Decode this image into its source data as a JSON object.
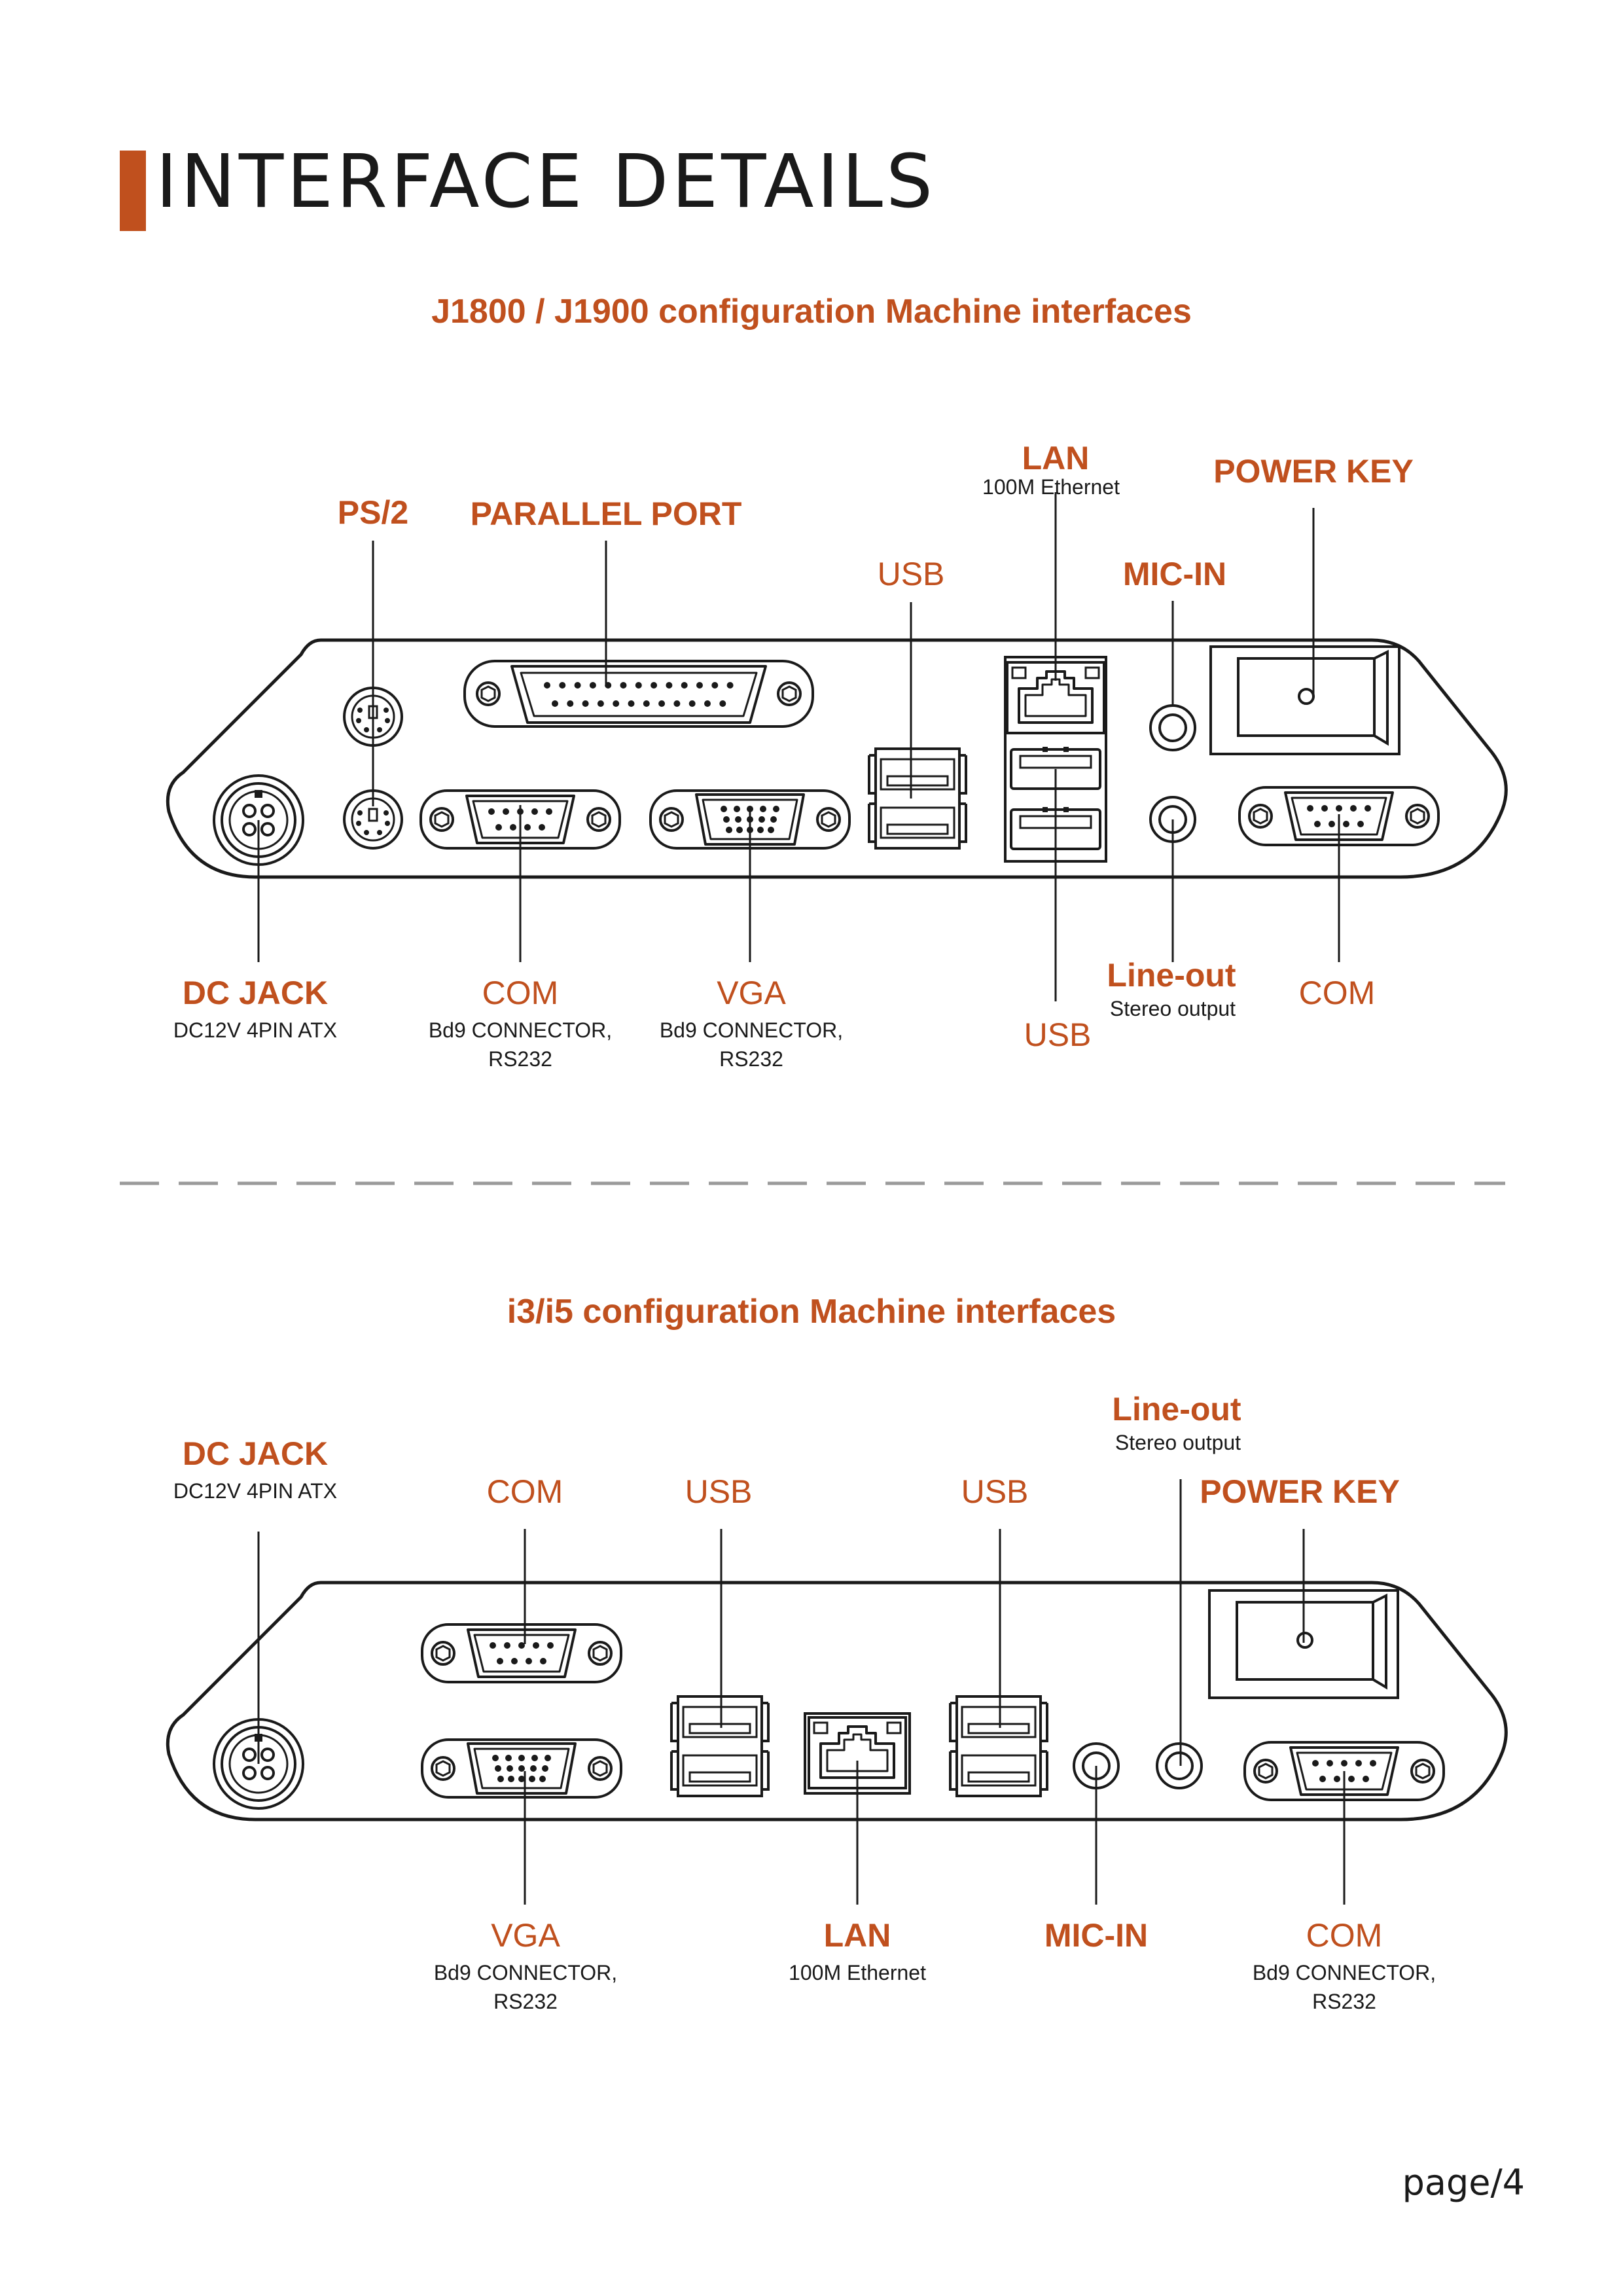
{
  "page": {
    "title": "INTERFACE DETAILS",
    "page_number": "page/4",
    "accent_color": "#c0501e",
    "line_color": "#1a1a1a",
    "divider_color": "#9a9a9a"
  },
  "sections": [
    {
      "heading": "J1800 / J1900 configuration Machine interfaces",
      "labels": {
        "ps2": "PS/2",
        "parallel": "PARALLEL PORT",
        "usb_top": "USB",
        "lan": "LAN",
        "lan_sub": "100M Ethernet",
        "mic_in": "MIC-IN",
        "power_key": "POWER KEY",
        "dc_jack": "DC JACK",
        "dc_jack_sub": "DC12V 4PIN ATX",
        "com_left": "COM",
        "com_left_sub_1": "Bd9 CONNECTOR,",
        "com_left_sub_2": "RS232",
        "vga": "VGA",
        "vga_sub_1": "Bd9 CONNECTOR,",
        "vga_sub_2": "RS232",
        "usb_bottom": "USB",
        "line_out": "Line-out",
        "line_out_sub": "Stereo output",
        "com_right": "COM"
      }
    },
    {
      "heading": "i3/i5 configuration Machine interfaces",
      "labels": {
        "dc_jack": "DC JACK",
        "dc_jack_sub": "DC12V 4PIN ATX",
        "com_top": "COM",
        "usb_left": "USB",
        "usb_right": "USB",
        "line_out": "Line-out",
        "line_out_sub": "Stereo output",
        "power_key": "POWER KEY",
        "vga": "VGA",
        "vga_sub_1": "Bd9 CONNECTOR,",
        "vga_sub_2": "RS232",
        "lan": "LAN",
        "lan_sub": "100M Ethernet",
        "mic_in": "MIC-IN",
        "com_right": "COM",
        "com_right_sub_1": "Bd9 CONNECTOR,",
        "com_right_sub_2": "RS232"
      }
    }
  ]
}
